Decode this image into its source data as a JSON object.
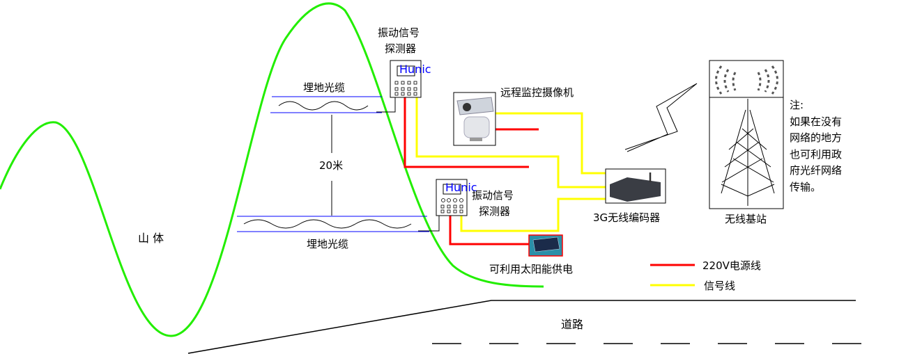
{
  "labels": {
    "mountain": "山   体",
    "cable_top": "埋地光缆",
    "cable_bottom": "埋地光缆",
    "distance": "20米",
    "detector_top": [
      "振动信号",
      "探测器"
    ],
    "detector_bottom": [
      "振动信号",
      "探测器"
    ],
    "detector_brand": "Hunic",
    "camera": "远程监控摄像机",
    "encoder": "3G无线编码器",
    "base_station": "无线基站",
    "solar": "可利用太阳能供电",
    "road": "道路",
    "note": [
      "注:",
      "如果在没有",
      "网络的地方",
      "也可利用政",
      "府光纤网络",
      "传输。"
    ]
  },
  "legend": [
    {
      "label": "220V电源线",
      "color": "#ff0000"
    },
    {
      "label": "信号线",
      "color": "#ffff00"
    }
  ],
  "colors": {
    "mountain": "#22ee00",
    "cable": "#0000ff",
    "power": "#ff0000",
    "signal": "#ffff00"
  }
}
